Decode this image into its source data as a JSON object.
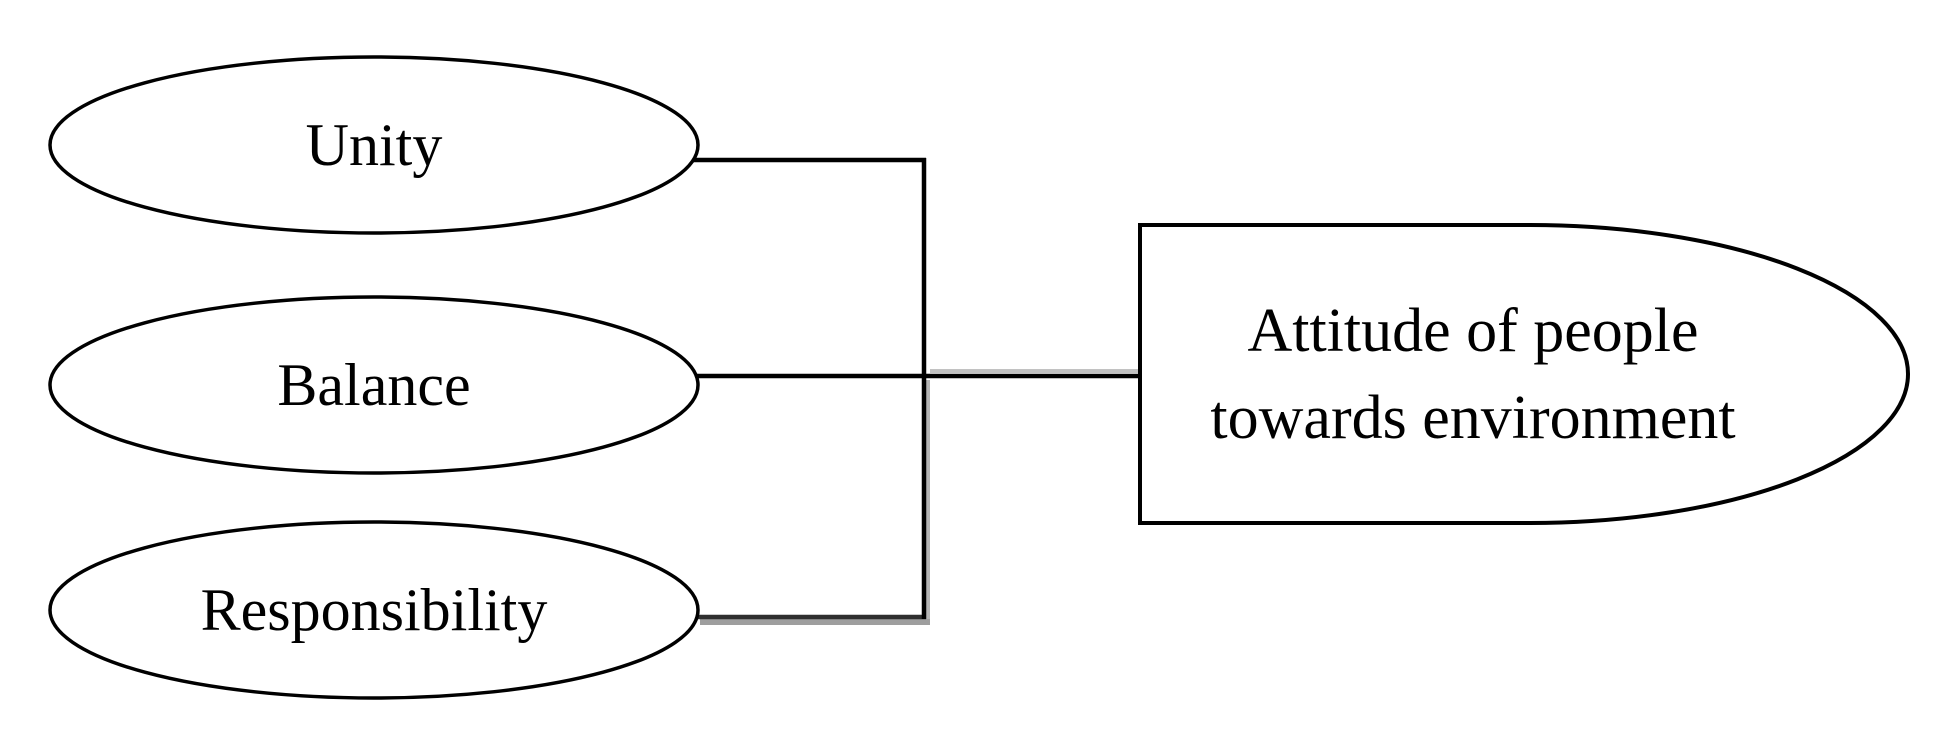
{
  "diagram": {
    "nodes": [
      {
        "id": "unity",
        "label": "Unity",
        "shape": "ellipse"
      },
      {
        "id": "balance",
        "label": "Balance",
        "shape": "ellipse"
      },
      {
        "id": "responsibility",
        "label": "Responsibility",
        "shape": "ellipse"
      },
      {
        "id": "attitude",
        "label": "Attitude of people towards environment",
        "lines": [
          "Attitude of people",
          "towards environment"
        ],
        "shape": "rectangle-with-ellipse-right"
      }
    ],
    "edges": [
      {
        "from": "unity",
        "to": "attitude"
      },
      {
        "from": "balance",
        "to": "attitude"
      },
      {
        "from": "responsibility",
        "to": "attitude"
      }
    ],
    "colors": {
      "stroke": "#000000",
      "fill": "#ffffff",
      "shadow": "#a6a6a6",
      "background": "#ffffff"
    }
  }
}
